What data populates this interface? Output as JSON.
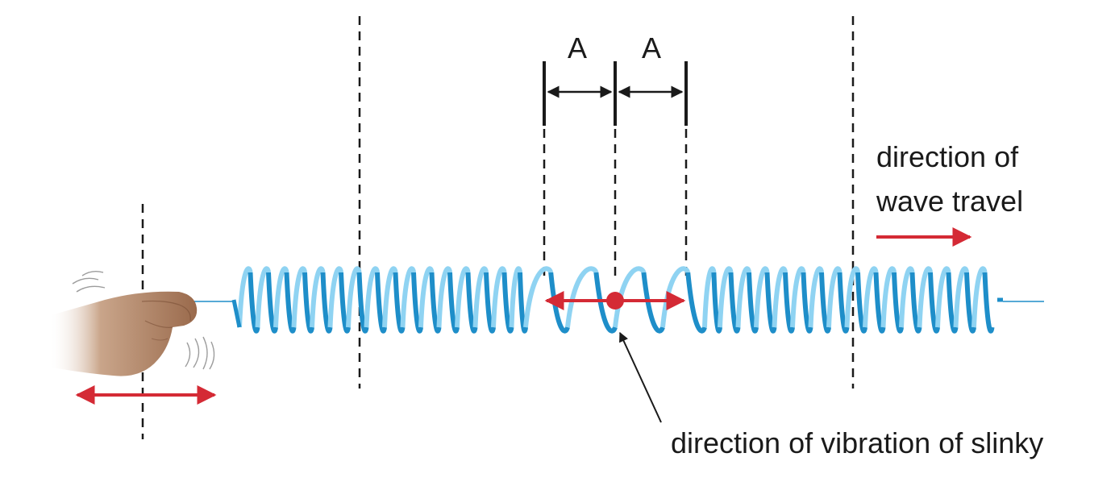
{
  "labels": {
    "amplitude_left": "A",
    "amplitude_right": "A",
    "travel_line1": "direction of",
    "travel_line2": "wave travel",
    "vibration": "direction of vibration of slinky"
  },
  "colors": {
    "spring_dark": "#1e8ec9",
    "spring_light": "#8fd3f2",
    "accent_red": "#d42a35",
    "ink": "#1a1a1a",
    "skin": "#a8785a"
  },
  "icons": {
    "hand": "hand-icon"
  }
}
